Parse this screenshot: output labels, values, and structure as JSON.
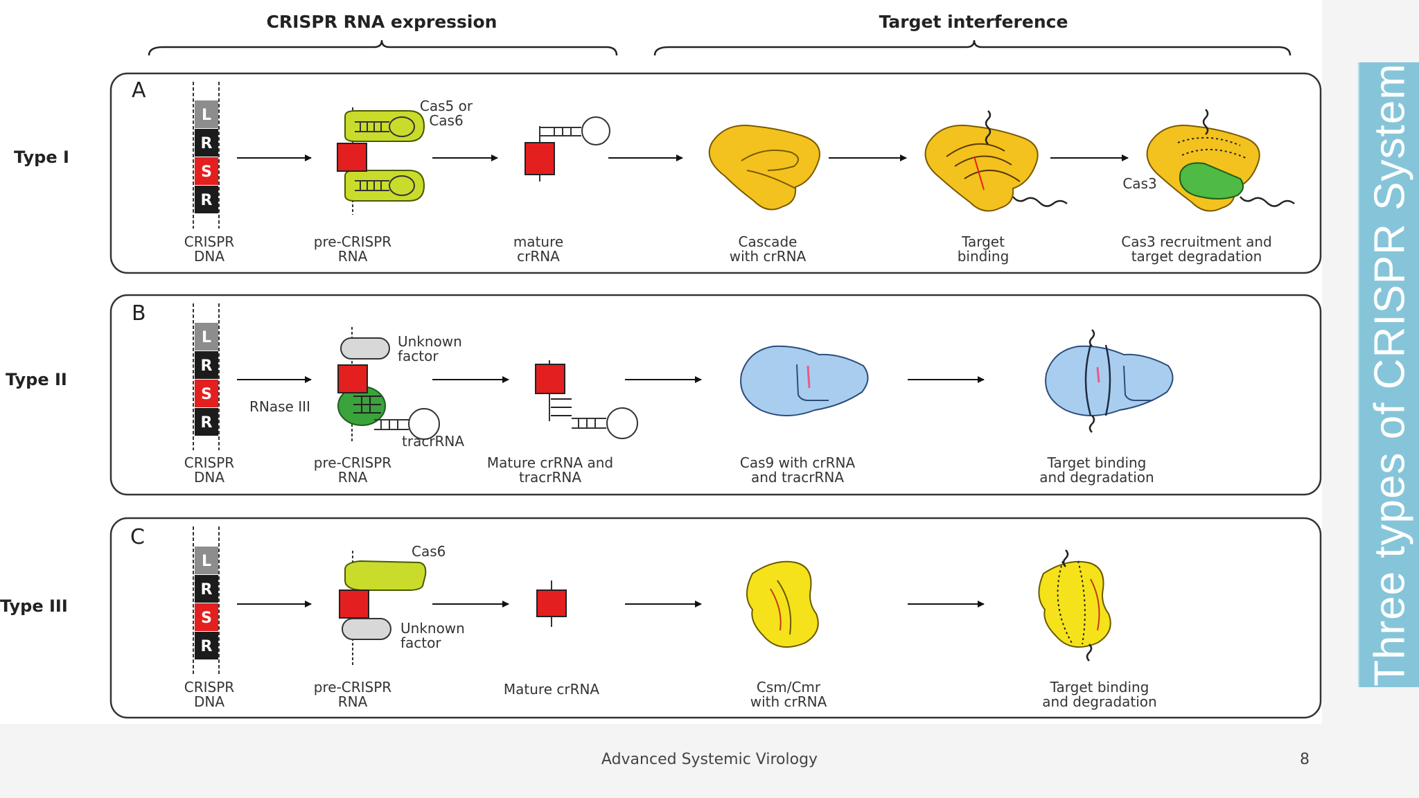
{
  "headers": {
    "left": "CRISPR RNA expression",
    "right": "Target interference"
  },
  "types": [
    {
      "label": "Type I",
      "panel": "A",
      "array": [
        "L",
        "R",
        "S",
        "R"
      ],
      "annotations": {
        "cas_processing": "Cas5 or\nCas6",
        "cas3": "Cas3"
      },
      "captions": [
        "CRISPR\nDNA",
        "pre-CRISPR\nRNA",
        "mature\ncrRNA",
        "Cascade\nwith crRNA",
        "Target\nbinding",
        "Cas3 recruitment and\ntarget degradation"
      ]
    },
    {
      "label": "Type II",
      "panel": "B",
      "array": [
        "L",
        "R",
        "S",
        "R"
      ],
      "annotations": {
        "unknown": "Unknown\nfactor",
        "rnase": "RNase III",
        "tracr": "tracrRNA"
      },
      "captions": [
        "CRISPR\nDNA",
        "pre-CRISPR\nRNA",
        "Mature crRNA and\ntracrRNA",
        "Cas9 with crRNA\nand tracrRNA",
        "Target binding\nand degradation"
      ]
    },
    {
      "label": "Type III",
      "panel": "C",
      "array": [
        "L",
        "R",
        "S",
        "R"
      ],
      "annotations": {
        "cas6": "Cas6",
        "unknown": "Unknown\nfactor"
      },
      "captions": [
        "CRISPR\nDNA",
        "pre-CRISPR\nRNA",
        "Mature crRNA",
        "Csm/Cmr\nwith crRNA",
        "Target binding\nand degradation"
      ]
    }
  ],
  "colors": {
    "cas_lime": "#c9dc2c",
    "cascade_yellow": "#f3c21e",
    "cas9_blue": "#a9cdee",
    "csm_yellow": "#f5e21b",
    "rnase_green": "#3ba33b",
    "spacer_red": "#e41f1f",
    "repeat_black": "#1c1c1c",
    "leader_grey": "#8d8d8d",
    "sidebar_teal": "#86c5d9"
  },
  "sidebar": {
    "title": "Three types of CRISPR System"
  },
  "footer": {
    "text": "Advanced Systemic Virology",
    "page": "8"
  }
}
